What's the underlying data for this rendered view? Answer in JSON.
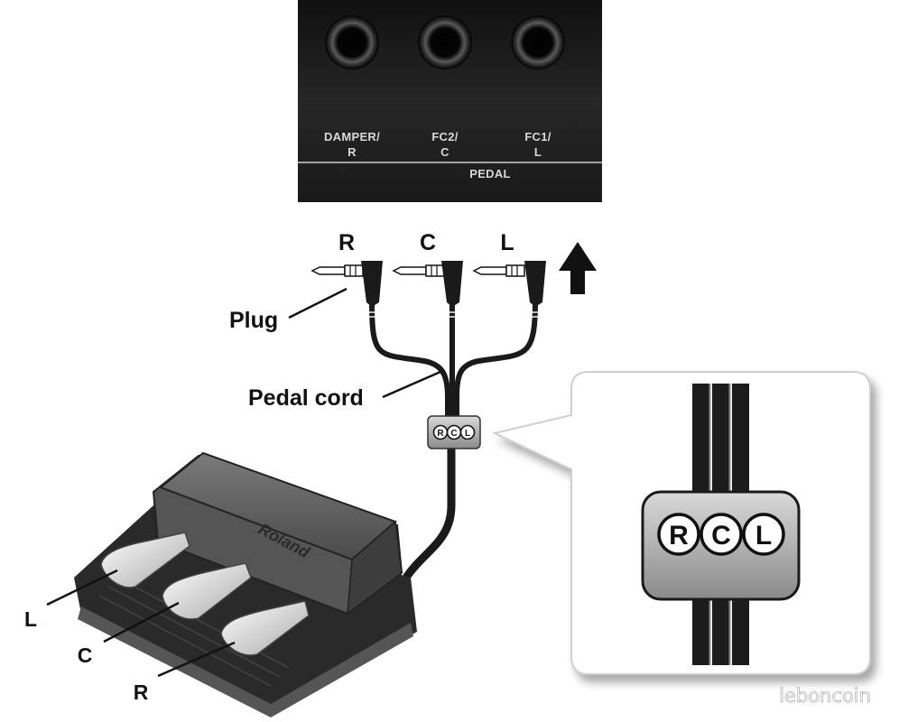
{
  "panel": {
    "jacks": [
      {
        "line1": "DAMPER/",
        "line2": "R"
      },
      {
        "line1": "FC2/",
        "line2": "C"
      },
      {
        "line1": "FC1/",
        "line2": "L"
      }
    ],
    "group_label": "PEDAL"
  },
  "plugs": [
    "R",
    "C",
    "L"
  ],
  "callouts": {
    "plug": "Plug",
    "pedal_cord": "Pedal cord"
  },
  "clip_letters": [
    "R",
    "C",
    "L"
  ],
  "pedal_unit": {
    "brand": "Roland",
    "pedals": [
      "L",
      "C",
      "R"
    ]
  },
  "watermark": "leboncoin",
  "colors": {
    "panel": "#1c1c1c",
    "cable": "#1a1a1a",
    "clip": "#b0b0b0",
    "pedal_body": "#555555"
  }
}
